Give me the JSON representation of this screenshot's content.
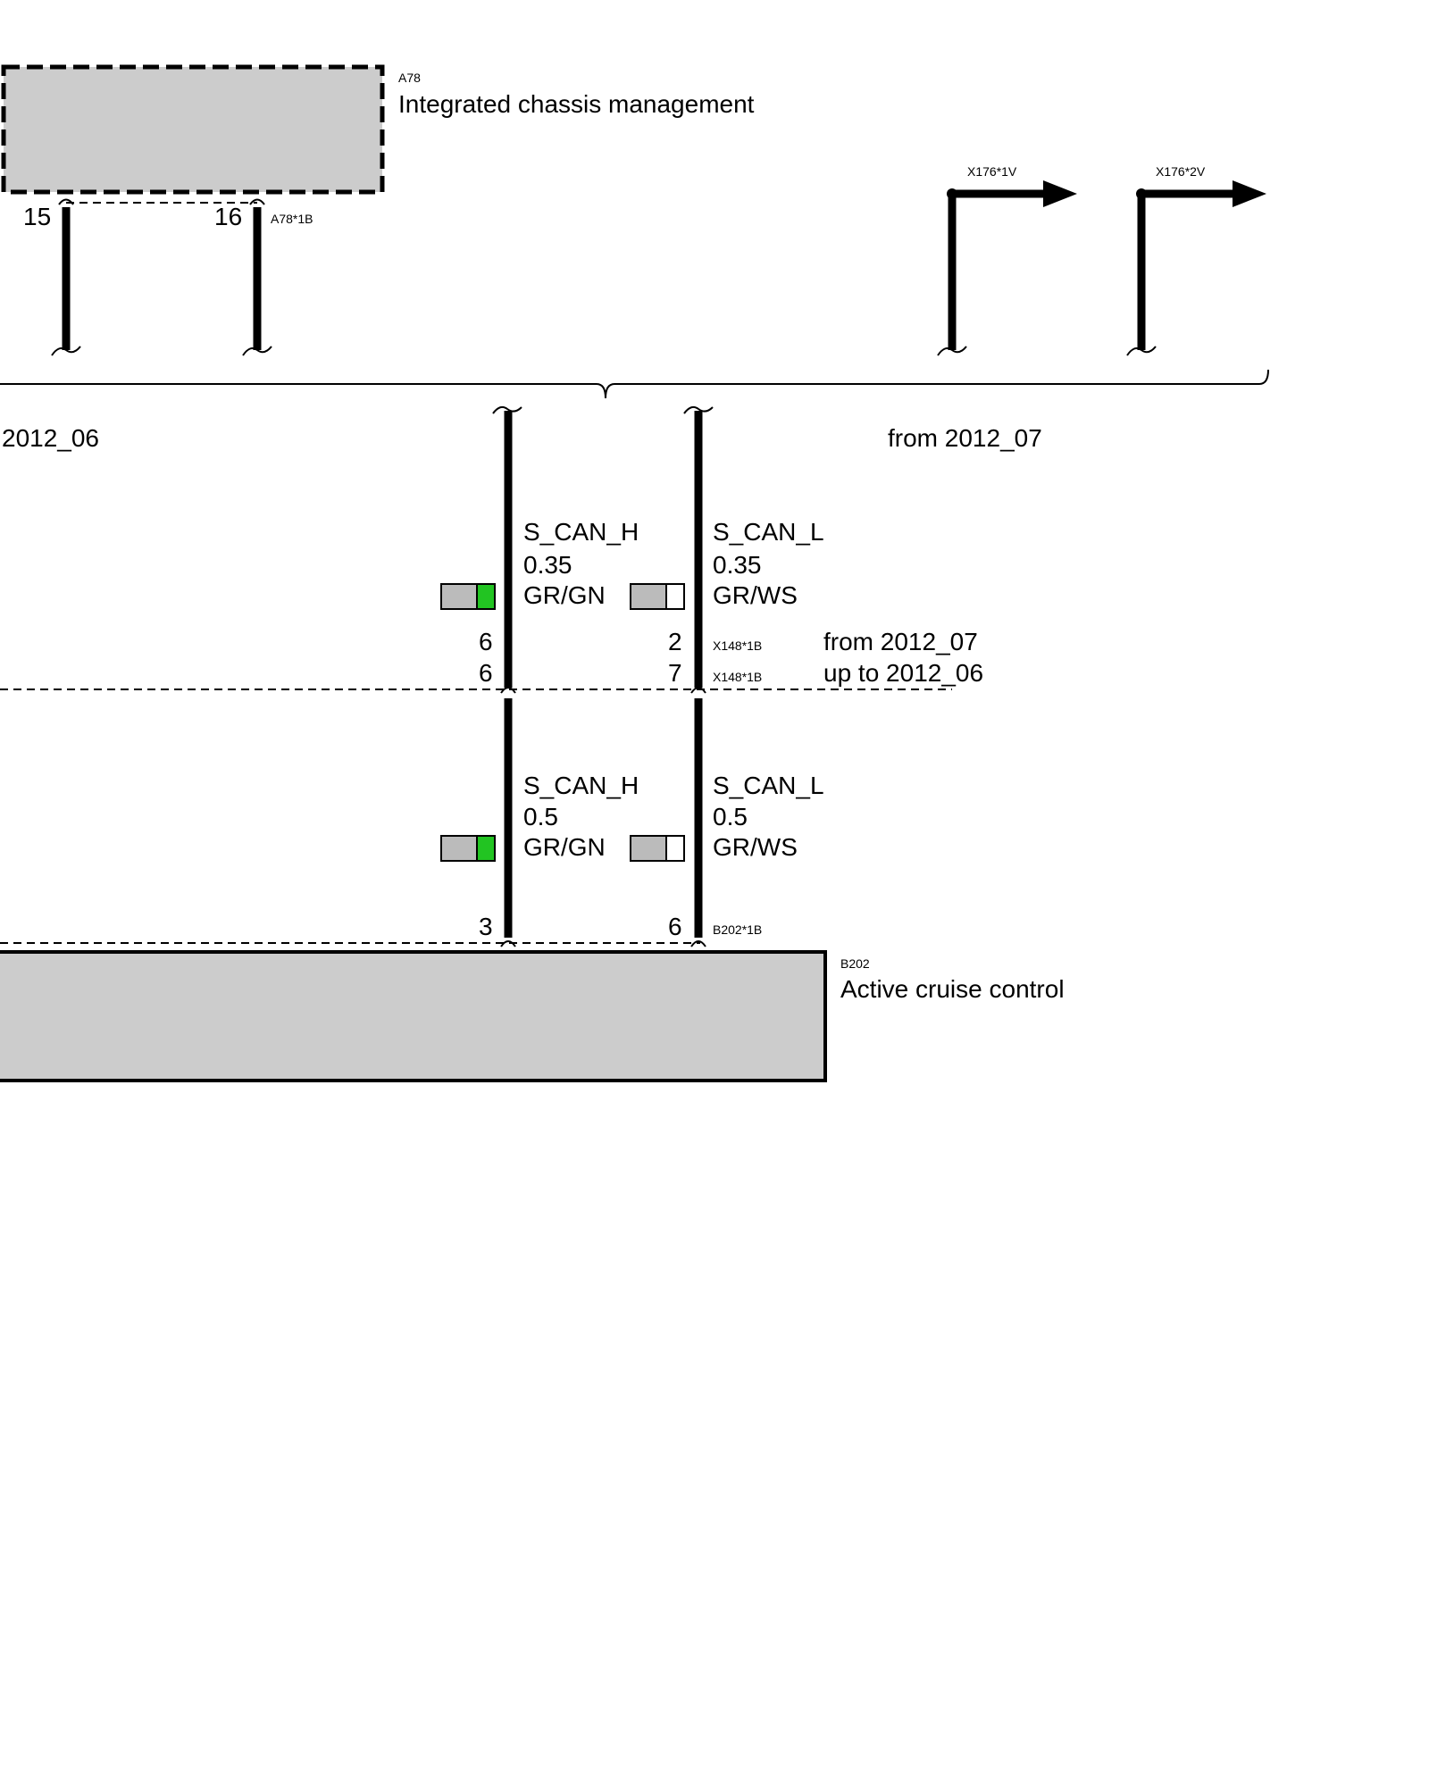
{
  "top_module": {
    "id": "A78",
    "name": "Integrated chassis management",
    "connector": "A78*1B",
    "pins": [
      "15",
      "16"
    ]
  },
  "bottom_module": {
    "id": "B202",
    "name": "Active cruise control",
    "connector": "B202*1B",
    "pins": [
      "3",
      "6"
    ]
  },
  "outputs": [
    {
      "id": "X176*1V"
    },
    {
      "id": "X176*2V"
    }
  ],
  "variant_labels": {
    "left": "2012_06",
    "right": "from 2012_07"
  },
  "connector_mid": {
    "id": "X148*1B",
    "pins_upper": [
      "6",
      "2"
    ],
    "pins_lower": [
      "6",
      "7"
    ],
    "variant_upper": "from 2012_07",
    "variant_lower": "up to 2012_06"
  },
  "wires_upper": [
    {
      "signal": "S_CAN_H",
      "size": "0.35",
      "color": "GR/GN",
      "stripe": "#22c422"
    },
    {
      "signal": "S_CAN_L",
      "size": "0.35",
      "color": "GR/WS",
      "stripe": "#ffffff"
    }
  ],
  "wires_lower": [
    {
      "signal": "S_CAN_H",
      "size": "0.5",
      "color": "GR/GN",
      "stripe": "#22c422"
    },
    {
      "signal": "S_CAN_L",
      "size": "0.5",
      "color": "GR/WS",
      "stripe": "#ffffff"
    }
  ],
  "colors": {
    "module_fill": "#cccccc",
    "wire_base": "#bbbbbb"
  }
}
